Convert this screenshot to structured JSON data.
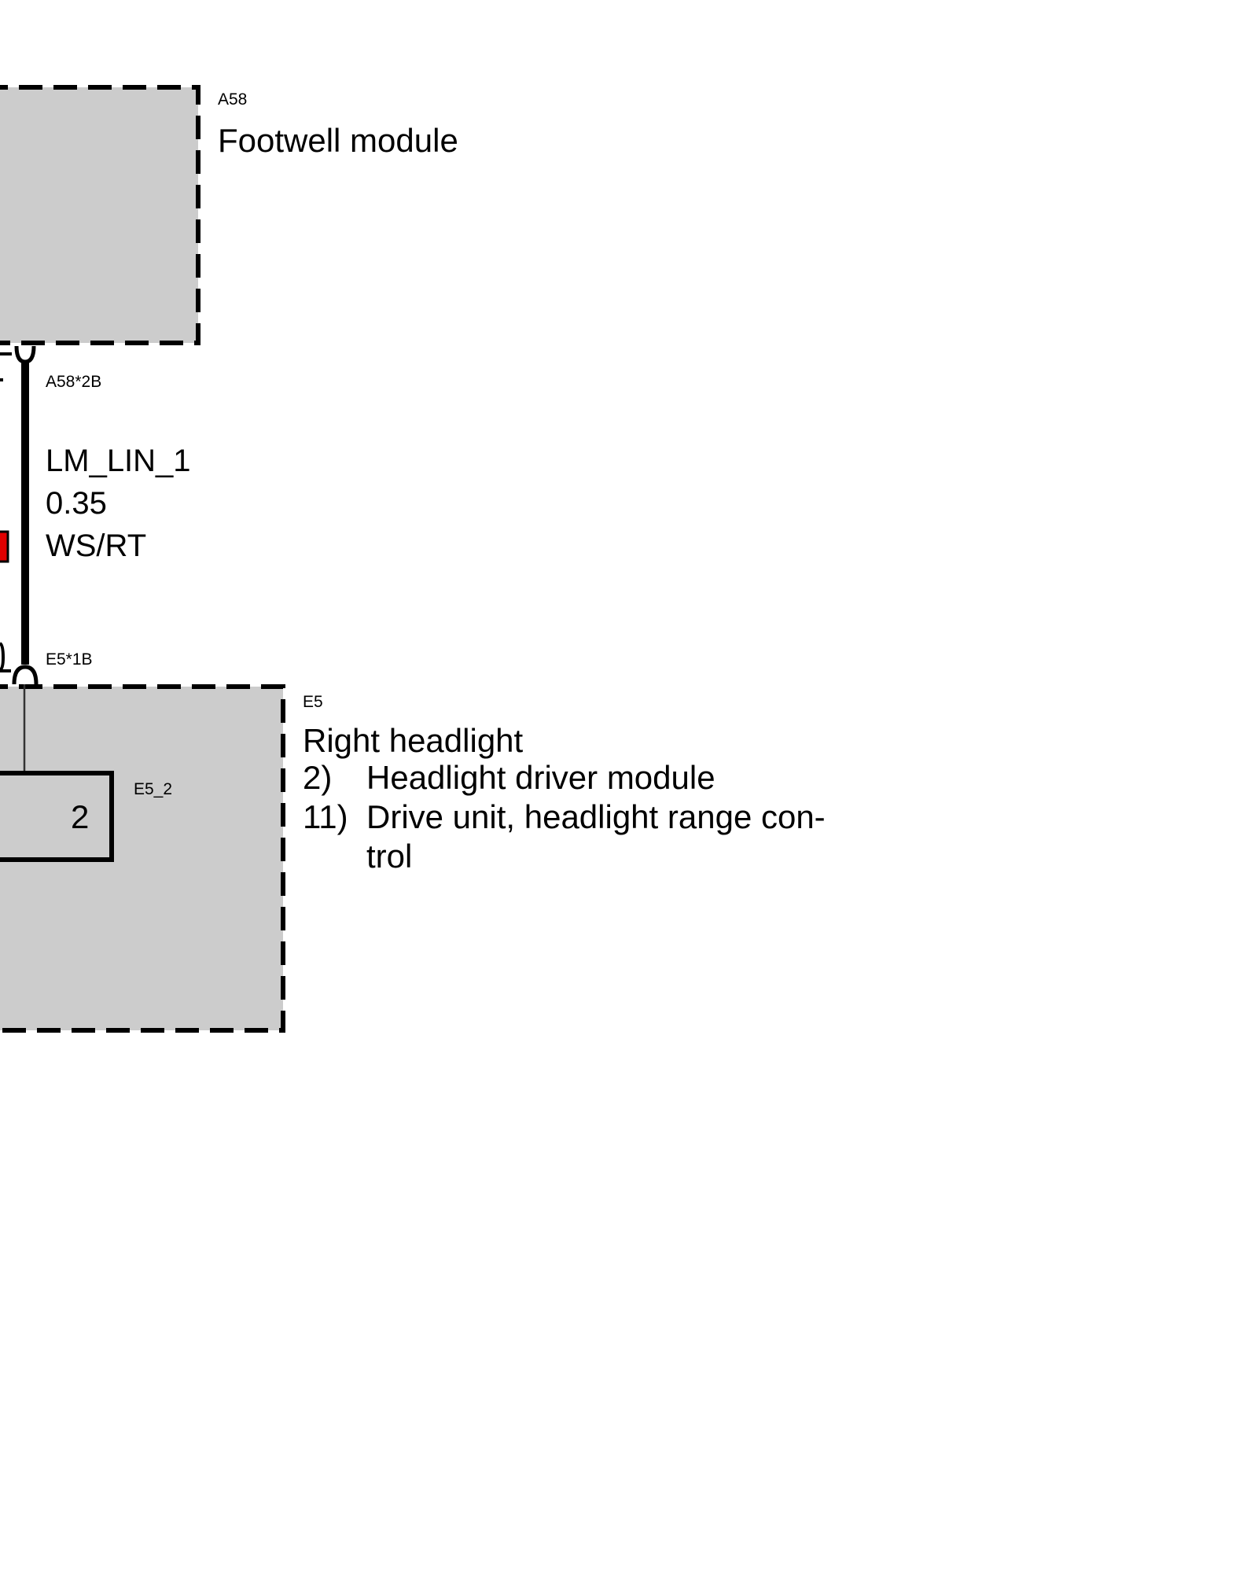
{
  "modules": {
    "footwell": {
      "code": "A58",
      "name": "Footwell module"
    },
    "headlight": {
      "code": "E5",
      "name": "Right headlight",
      "items": [
        {
          "num": "2)",
          "text": "Headlight driver module"
        },
        {
          "num": "11)",
          "text": "Drive unit, headlight range con-trol"
        }
      ],
      "submodule": {
        "code": "E5_2",
        "pin": "2"
      }
    }
  },
  "wire": {
    "signal": "LM_LIN_1",
    "gauge": "0.35",
    "color": "WS/RT"
  },
  "connectors": {
    "top": "A58*2B",
    "bottom": "E5*1B"
  },
  "colors": {
    "module_fill": "#cccccc",
    "marker": "#e00000"
  }
}
